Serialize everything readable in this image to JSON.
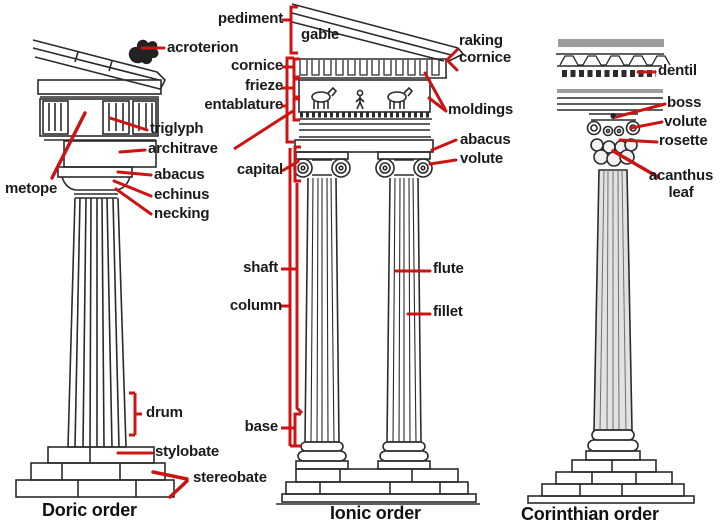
{
  "colors": {
    "leader_red": "#cc1414",
    "ink": "#1b1b1b",
    "line_art": "#2b2b2b",
    "background": "#ffffff"
  },
  "doric": {
    "caption": "Doric order",
    "labels": {
      "acroterion": "acroterion",
      "metope": "metope",
      "triglyph": "triglyph",
      "architrave": "architrave",
      "abacus": "abacus",
      "echinus": "echinus",
      "necking": "necking",
      "drum": "drum",
      "stylobate": "stylobate",
      "stereobate": "stereobate"
    }
  },
  "ionic": {
    "caption": "Ionic order",
    "labels": {
      "pediment": "pediment",
      "gable": "gable",
      "cornice": "cornice",
      "frieze": "frieze",
      "entablature": "entablature",
      "capital": "capital",
      "shaft": "shaft",
      "column": "column",
      "base": "base",
      "raking_cornice": "raking cornice",
      "moldings": "moldings",
      "abacus": "abacus",
      "volute": "volute",
      "flute": "flute",
      "fillet": "fillet"
    }
  },
  "corinthian": {
    "caption": "Corinthian order",
    "labels": {
      "dentil": "dentil",
      "boss": "boss",
      "volute": "volute",
      "rosette": "rosette",
      "acanthus_leaf": "acanthus leaf"
    }
  }
}
